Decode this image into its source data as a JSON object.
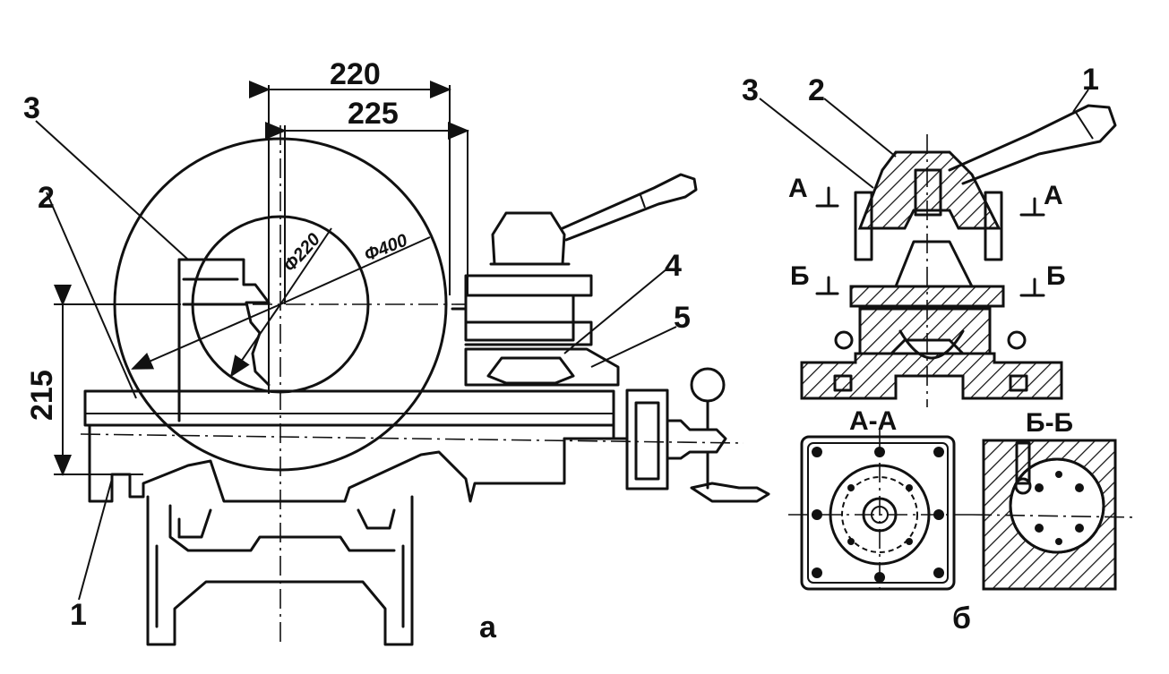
{
  "view_a": {
    "dim_top": "220",
    "dim_second": "225",
    "dim_height": "215",
    "dia_inner": "Φ220",
    "dia_outer": "Φ400",
    "labels": [
      "1",
      "2",
      "3",
      "4",
      "5"
    ],
    "caption": "а"
  },
  "view_b": {
    "labels": [
      "1",
      "2",
      "3"
    ],
    "section_a_mark": "А",
    "section_b_mark": "Б",
    "section_aa_title": "А-А",
    "section_bb_title": "Б-Б",
    "caption": "б"
  }
}
